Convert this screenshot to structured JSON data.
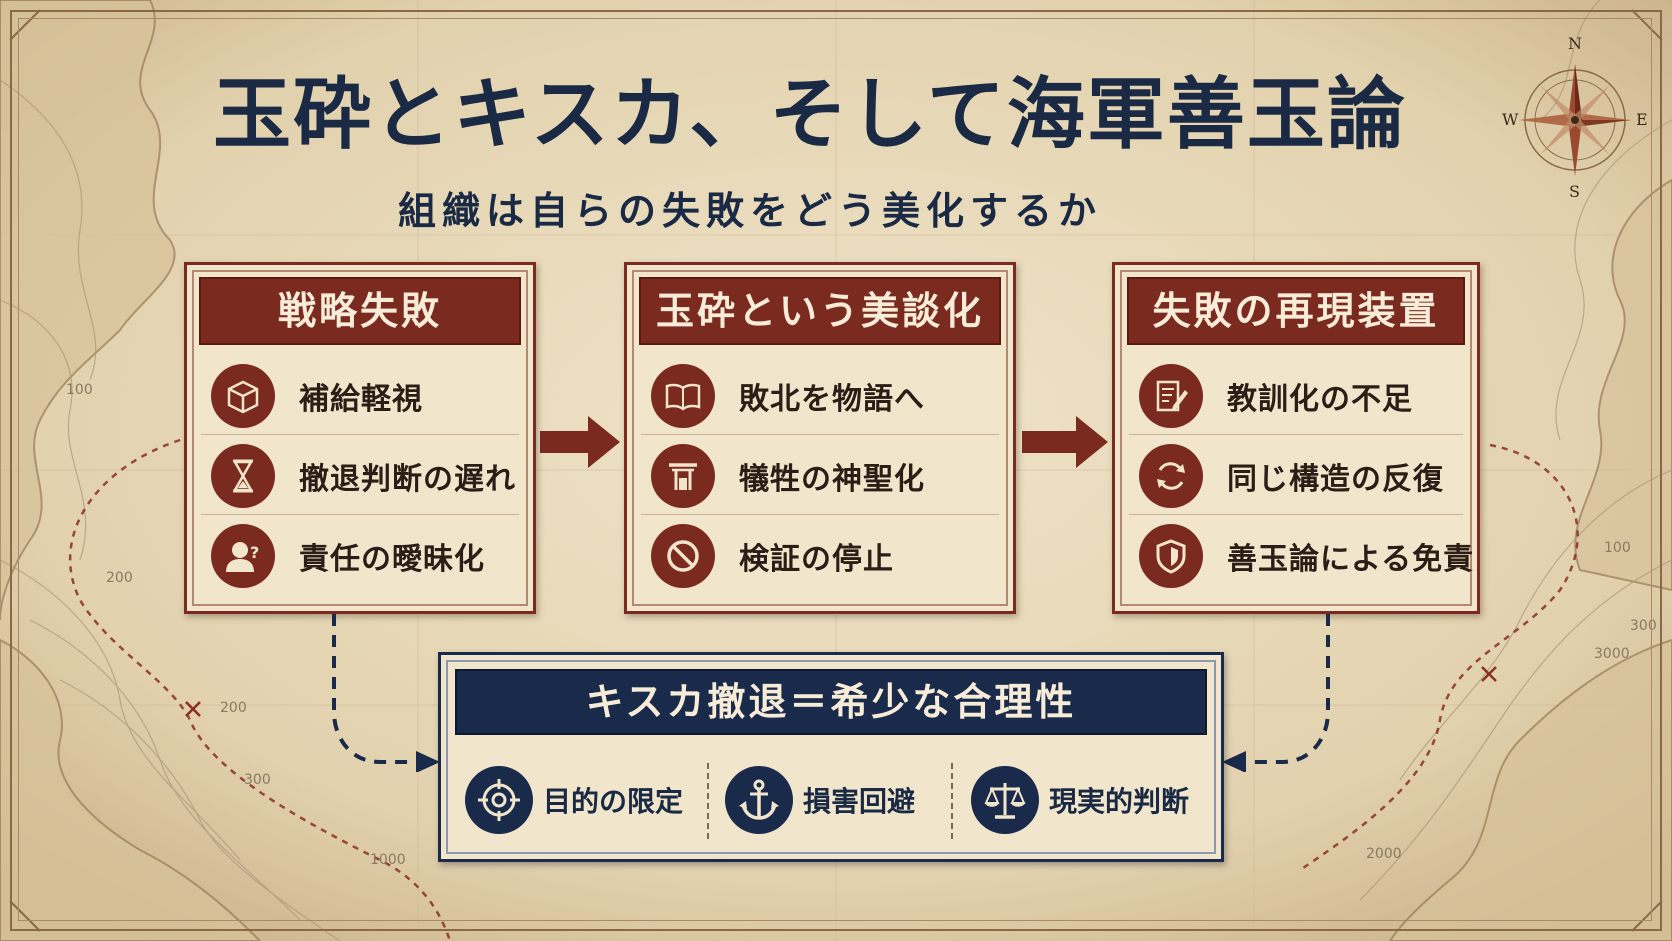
{
  "title": "玉砕とキスカ、そして海軍善玉論",
  "subtitle": "組織は自らの失敗をどう美化するか",
  "compass": {
    "n": "N",
    "s": "S",
    "e": "E",
    "w": "W"
  },
  "map_labels": [
    "100",
    "200",
    "200",
    "300",
    "1000",
    "100",
    "300",
    "3000",
    "2000"
  ],
  "boxes": [
    {
      "title": "戦略失敗",
      "items": [
        {
          "label": "補給軽視",
          "icon": "box-icon"
        },
        {
          "label": "撤退判断の遅れ",
          "icon": "hourglass-icon"
        },
        {
          "label": "責任の曖昧化",
          "icon": "person-question-icon"
        }
      ]
    },
    {
      "title": "玉砕という美談化",
      "items": [
        {
          "label": "敗北を物語へ",
          "icon": "book-icon"
        },
        {
          "label": "犠牲の神聖化",
          "icon": "shrine-icon"
        },
        {
          "label": "検証の停止",
          "icon": "prohibited-icon"
        }
      ]
    },
    {
      "title": "失敗の再現装置",
      "items": [
        {
          "label": "教訓化の不足",
          "icon": "document-pen-icon"
        },
        {
          "label": "同じ構造の反復",
          "icon": "cycle-icon"
        },
        {
          "label": "善玉論による免責",
          "icon": "shield-icon"
        }
      ]
    }
  ],
  "bottom": {
    "title": "キスカ撤退＝希少な合理性",
    "items": [
      {
        "label": "目的の限定",
        "icon": "target-icon"
      },
      {
        "label": "損害回避",
        "icon": "anchor-icon"
      },
      {
        "label": "現実的判断",
        "icon": "scales-icon"
      }
    ]
  },
  "colors": {
    "accent_red": "#7a2a1e",
    "accent_navy": "#1a2a4a",
    "parchment": "#e9dcc0",
    "panel": "#f1e6cc",
    "title_ink": "#1a2a44"
  }
}
